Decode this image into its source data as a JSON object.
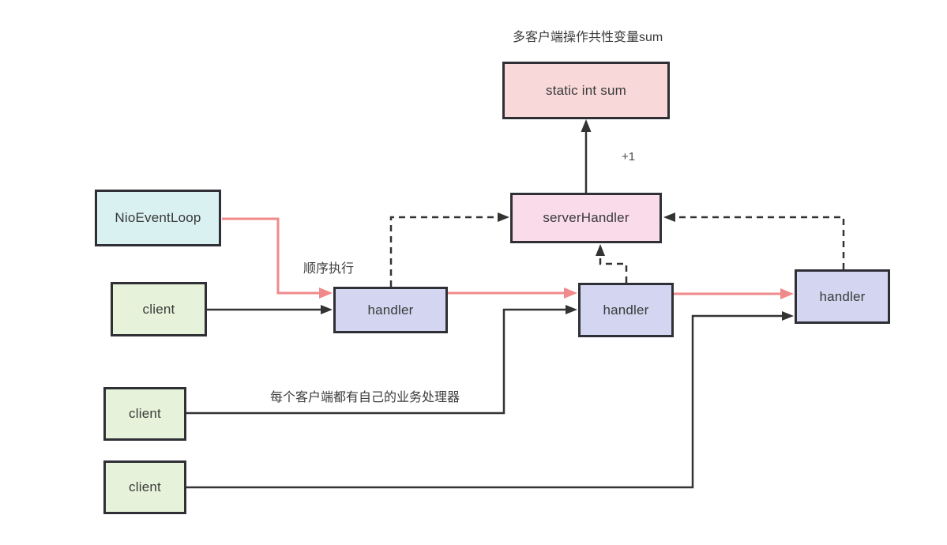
{
  "diagram": {
    "title": "多客户端操作共性变量sum",
    "annotations": {
      "plus_one": "+1",
      "sequential": "顺序执行",
      "per_client": "每个客户端都有自己的业务处理器"
    },
    "nodes": {
      "static_sum": {
        "label": "static int sum",
        "fill": "#f8d8d8"
      },
      "server_handler": {
        "label": "serverHandler",
        "fill": "#f9dbea"
      },
      "nio_event_loop": {
        "label": "NioEventLoop",
        "fill": "#d9f1f1"
      },
      "client1": {
        "label": "client",
        "fill": "#e6f3da"
      },
      "client2": {
        "label": "client",
        "fill": "#e6f3da"
      },
      "client3": {
        "label": "client",
        "fill": "#e6f3da"
      },
      "handler1": {
        "label": "handler",
        "fill": "#d3d5f1"
      },
      "handler2": {
        "label": "handler",
        "fill": "#d3d5f1"
      },
      "handler3": {
        "label": "handler",
        "fill": "#d3d5f1"
      }
    },
    "colors": {
      "background": "#ffffff",
      "node_border": "#2f2f36",
      "arrow_black": "#333333",
      "arrow_red": "#f08a8c",
      "text": "#3a3a3a"
    }
  }
}
